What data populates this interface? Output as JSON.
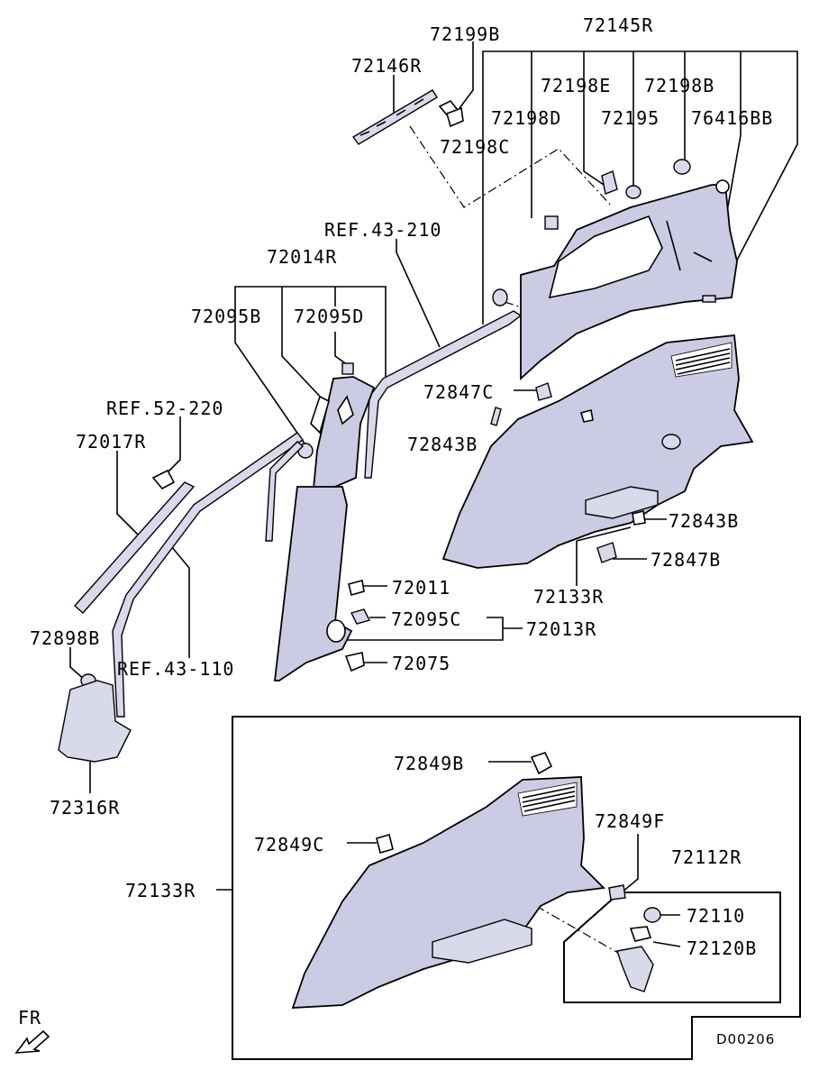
{
  "labels": {
    "p72199B": "72199B",
    "p72145R": "72145R",
    "p72146R": "72146R",
    "p72198E": "72198E",
    "p72198B": "72198B",
    "p72198D": "72198D",
    "p72195": "72195",
    "p76416BB": "76416BB",
    "p72198C": "72198C",
    "ref43_210": "REF.43-210",
    "p72014R": "72014R",
    "p72095B": "72095B",
    "p72095D": "72095D",
    "ref52_220": "REF.52-220",
    "p72017R": "72017R",
    "p72847C": "72847C",
    "p72843B_a": "72843B",
    "p72843B_b": "72843B",
    "p72847B": "72847B",
    "p72133R_a": "72133R",
    "p72011": "72011",
    "p72095C": "72095C",
    "p72013R": "72013R",
    "p72075": "72075",
    "p72898B": "72898B",
    "ref43_110": "REF.43-110",
    "p72316R": "72316R",
    "p72849B": "72849B",
    "p72849F": "72849F",
    "p72849C": "72849C",
    "p72112R": "72112R",
    "p72133R_b": "72133R",
    "p72110": "72110",
    "p72120B": "72120B",
    "fr": "FR",
    "drawing_no": "D00206"
  },
  "colors": {
    "part_fill": "#cbcbe4",
    "line": "#000000",
    "background": "#ffffff"
  }
}
